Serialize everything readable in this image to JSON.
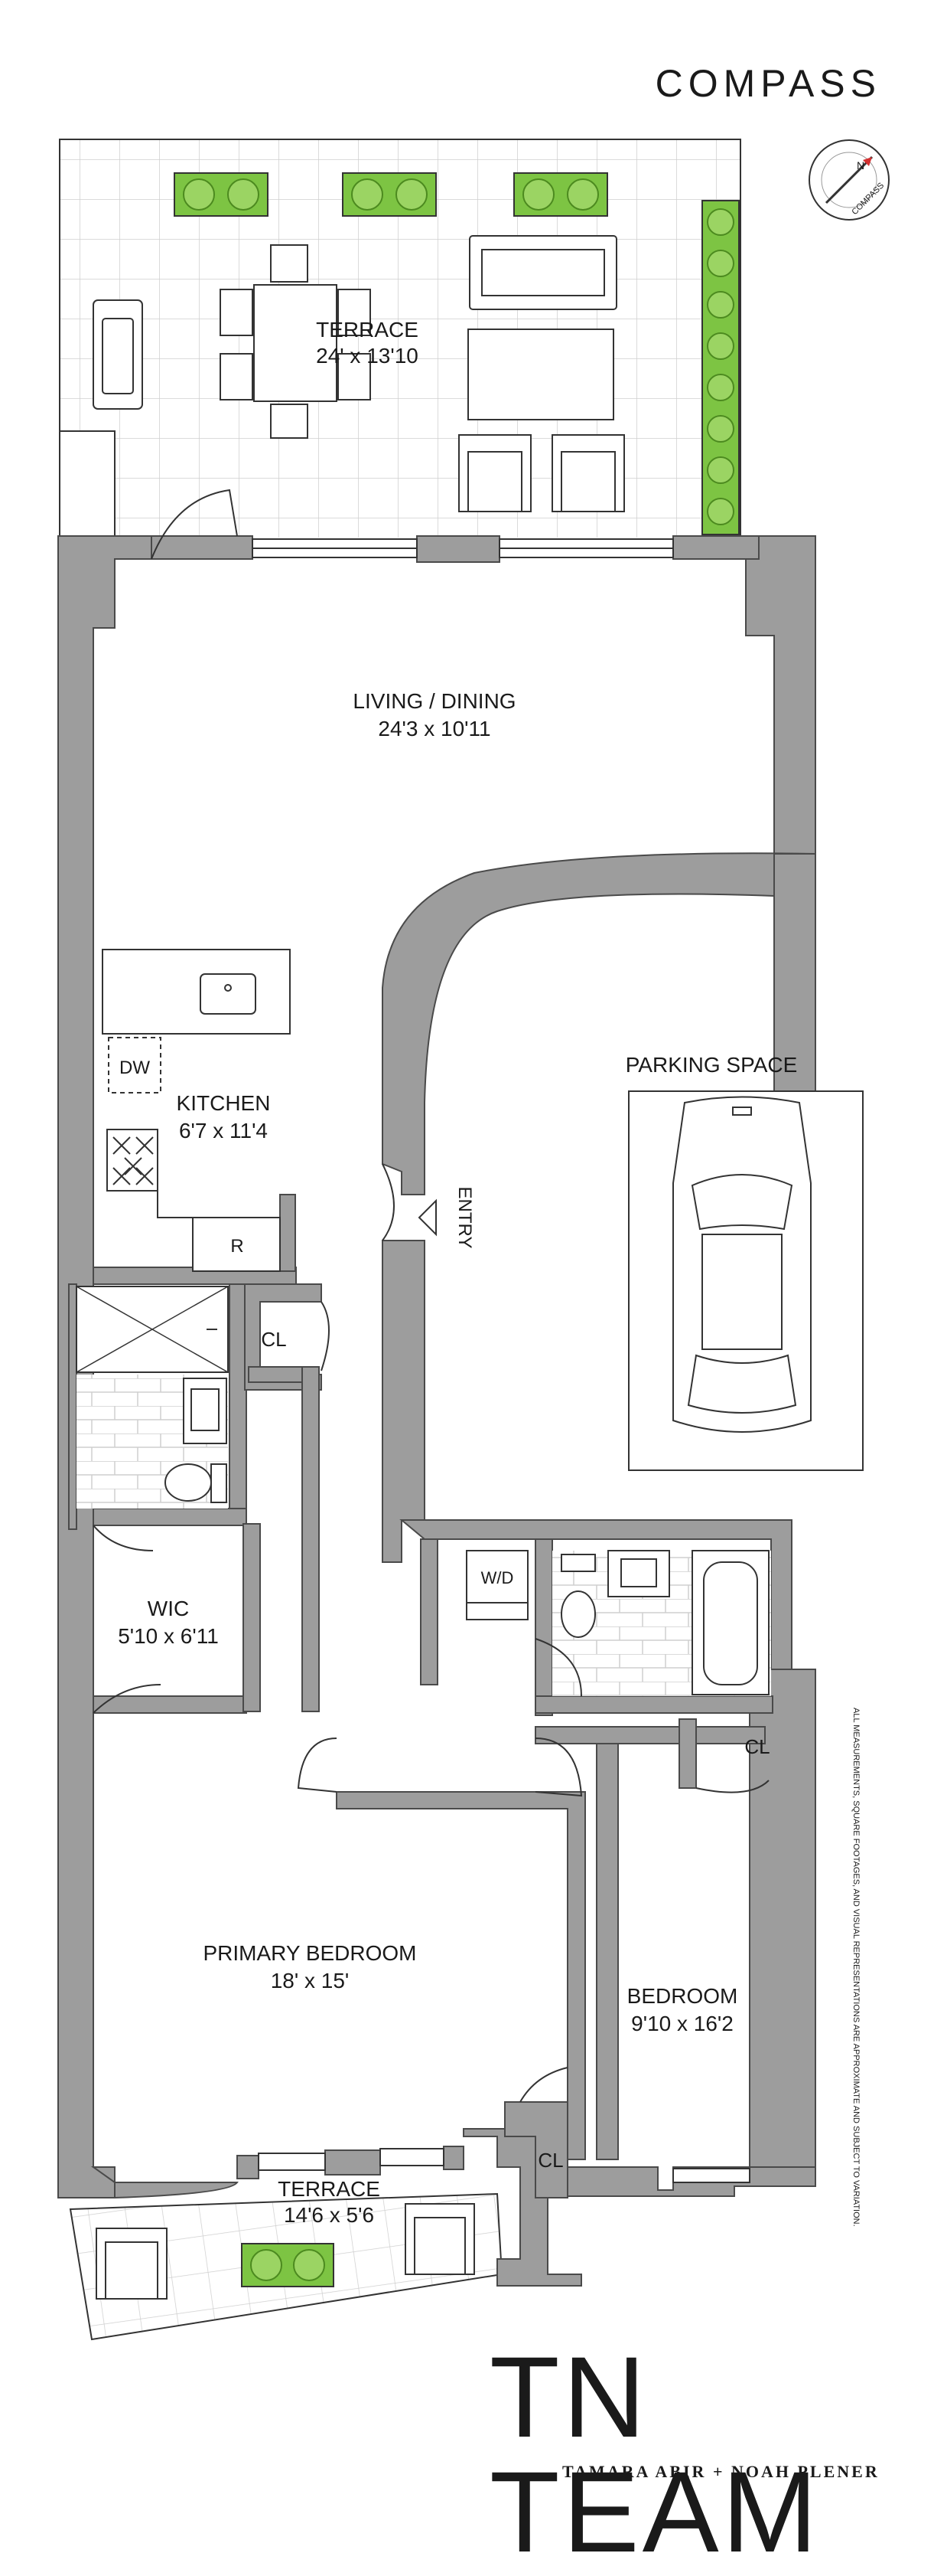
{
  "brand": {
    "logo": "COMPASS",
    "team": "TN TEAM",
    "agents": "TAMARA ABIR + NOAH PLENER"
  },
  "compass": {
    "north": "N",
    "ring_text": "COMPASS"
  },
  "disclaimer": "ALL MEASUREMENTS, SQUARE FOOTAGES, AND VISUAL REPRESENTATIONS ARE APPROXIMATE AND SUBJECT TO VARIATION.",
  "rooms": {
    "terrace_top": {
      "name": "TERRACE",
      "dims": "24' x 13'10"
    },
    "living": {
      "name": "LIVING / DINING",
      "dims": "24'3 x 10'11"
    },
    "kitchen": {
      "name": "KITCHEN",
      "dims": "6'7 x 11'4"
    },
    "parking": {
      "name": "PARKING SPACE"
    },
    "entry": "ENTRY",
    "wic": {
      "name": "WIC",
      "dims": "5'10 x 6'11"
    },
    "primary": {
      "name": "PRIMARY BEDROOM",
      "dims": "18' x 15'"
    },
    "bedroom": {
      "name": "BEDROOM",
      "dims": "9'10 x 16'2"
    },
    "terrace_bottom": {
      "name": "TERRACE",
      "dims": "14'6 x 5'6"
    }
  },
  "fixtures": {
    "dishwasher": "DW",
    "fridge": "R",
    "washer_dryer": "W/D",
    "closet": "CL"
  },
  "colors": {
    "wall": "#9d9d9d",
    "wall_stroke": "#4a4a4a",
    "planter": "#7dc443",
    "tile": "#c9c9c9"
  }
}
